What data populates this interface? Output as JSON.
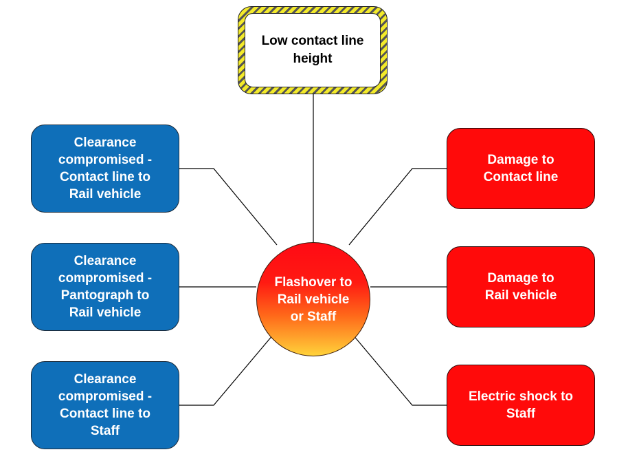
{
  "hazard": {
    "label": "Low contact line\nheight"
  },
  "central_event": {
    "label": "Flashover to\nRail vehicle\nor Staff"
  },
  "causes": [
    {
      "label": "Clearance\ncompromised -\nContact line to\nRail vehicle"
    },
    {
      "label": "Clearance\ncompromised -\nPantograph to\nRail vehicle"
    },
    {
      "label": "Clearance\ncompromised -\nContact line to\nStaff"
    }
  ],
  "consequences": [
    {
      "label": "Damage to\nContact line"
    },
    {
      "label": "Damage to\nRail vehicle"
    },
    {
      "label": "Electric shock to\nStaff"
    }
  ],
  "colors": {
    "cause_fill": "#0f6fb9",
    "consequence_fill": "#ff0a0a",
    "hazard_stripe": "#f3ea2a",
    "connector": "#000000"
  }
}
